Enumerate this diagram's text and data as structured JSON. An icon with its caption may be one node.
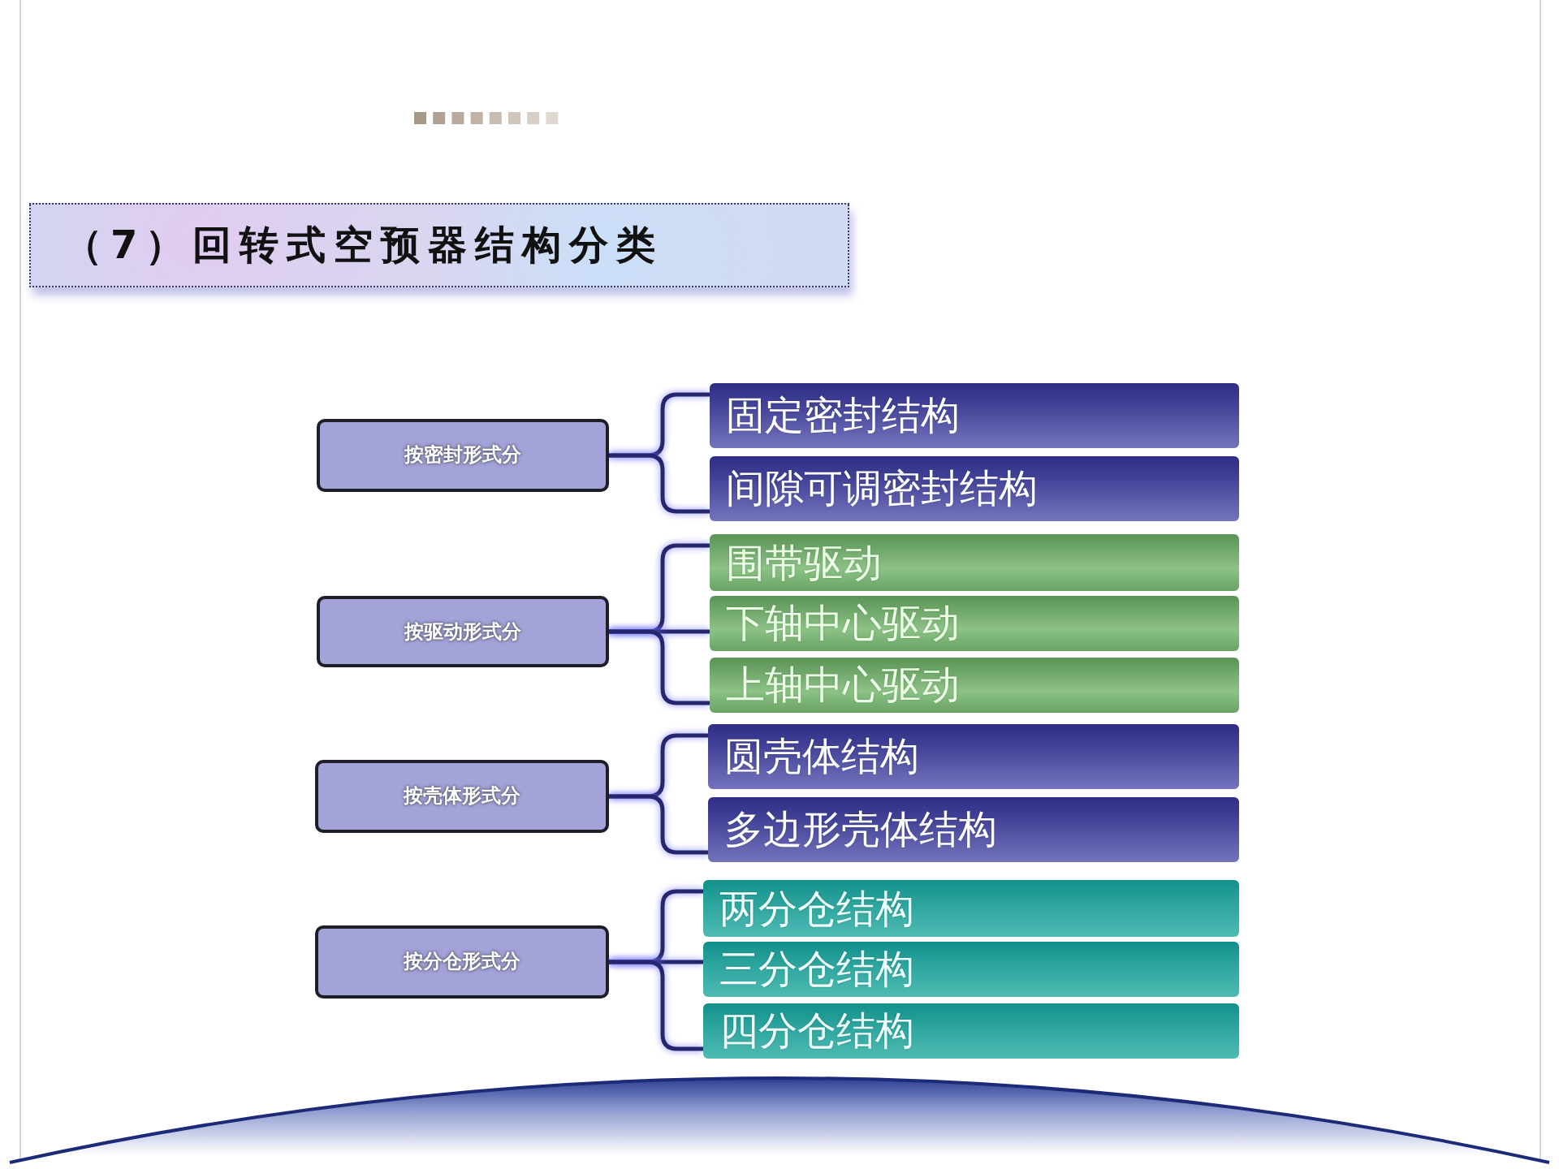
{
  "diagram": {
    "title": "（7）回转式空预器结构分类",
    "nodes": [
      {
        "text": [
          "按密封形式分"
        ]
      },
      {
        "text": [
          "固定密封结构"
        ]
      },
      {
        "text": [
          "间隙可调密封结构"
        ]
      },
      {
        "text": [
          "按驱动形式分"
        ]
      },
      {
        "text": [
          "围带驱动"
        ]
      },
      {
        "text": [
          "下轴中心驱动"
        ]
      },
      {
        "text": [
          "上轴中心驱动"
        ]
      },
      {
        "text": [
          "按壳体形式分"
        ]
      },
      {
        "text": [
          "圆壳体结构"
        ]
      },
      {
        "text": [
          "多边形壳体结构"
        ]
      },
      {
        "text": [
          "按分仓形式分"
        ]
      },
      {
        "text": [
          "两分仓结构"
        ]
      },
      {
        "text": [
          "三分仓结构"
        ]
      },
      {
        "text": [
          "四分仓结构"
        ]
      }
    ],
    "edges": [
      {
        "from": 0,
        "to": 1,
        "arrow": "none"
      },
      {
        "from": 0,
        "to": 2,
        "arrow": "none"
      },
      {
        "from": 3,
        "to": 4,
        "arrow": "none"
      },
      {
        "from": 3,
        "to": 5,
        "arrow": "none"
      },
      {
        "from": 3,
        "to": 6,
        "arrow": "none"
      },
      {
        "from": 7,
        "to": 8,
        "arrow": "none"
      },
      {
        "from": 7,
        "to": 9,
        "arrow": "none"
      },
      {
        "from": 10,
        "to": 11,
        "arrow": "none"
      },
      {
        "from": 10,
        "to": 12,
        "arrow": "none"
      },
      {
        "from": 10,
        "to": 13,
        "arrow": "none"
      }
    ]
  }
}
